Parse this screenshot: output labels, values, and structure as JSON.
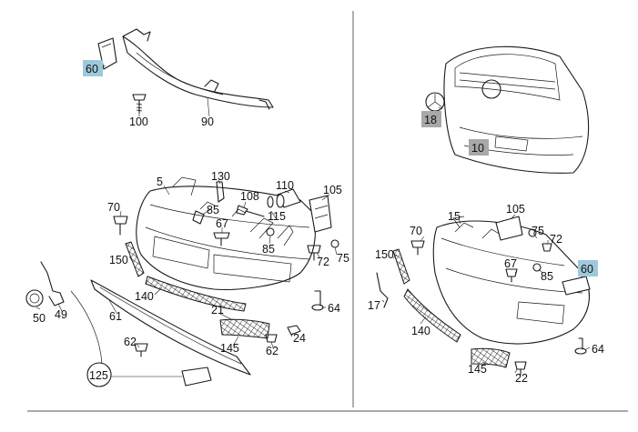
{
  "diagram": {
    "left_panel": {
      "labels": [
        {
          "id": "p60",
          "text": "60",
          "highlight": "blue"
        },
        {
          "id": "p100",
          "text": "100"
        },
        {
          "id": "p90",
          "text": "90"
        },
        {
          "id": "p5",
          "text": "5"
        },
        {
          "id": "p130",
          "text": "130"
        },
        {
          "id": "p70",
          "text": "70"
        },
        {
          "id": "p85a",
          "text": "85"
        },
        {
          "id": "p67",
          "text": "67"
        },
        {
          "id": "p108",
          "text": "108"
        },
        {
          "id": "p110",
          "text": "110"
        },
        {
          "id": "p105",
          "text": "105"
        },
        {
          "id": "p115",
          "text": "115"
        },
        {
          "id": "p85b",
          "text": "85"
        },
        {
          "id": "p72",
          "text": "72"
        },
        {
          "id": "p75",
          "text": "75"
        },
        {
          "id": "p150",
          "text": "150"
        },
        {
          "id": "p140",
          "text": "140"
        },
        {
          "id": "p21",
          "text": "21"
        },
        {
          "id": "p64",
          "text": "64"
        },
        {
          "id": "p50",
          "text": "50"
        },
        {
          "id": "p49",
          "text": "49"
        },
        {
          "id": "p61",
          "text": "61"
        },
        {
          "id": "p62",
          "text": "62"
        },
        {
          "id": "p145",
          "text": "145"
        },
        {
          "id": "p62b",
          "text": "62"
        },
        {
          "id": "p24",
          "text": "24"
        },
        {
          "id": "p125",
          "text": "125"
        }
      ]
    },
    "right_panel": {
      "labels": [
        {
          "id": "r18",
          "text": "18",
          "highlight": "grey"
        },
        {
          "id": "r10",
          "text": "10",
          "highlight": "grey"
        },
        {
          "id": "r105",
          "text": "105"
        },
        {
          "id": "r15",
          "text": "15"
        },
        {
          "id": "r70",
          "text": "70"
        },
        {
          "id": "r75",
          "text": "75"
        },
        {
          "id": "r72",
          "text": "72"
        },
        {
          "id": "r150",
          "text": "150"
        },
        {
          "id": "r67",
          "text": "67"
        },
        {
          "id": "r85",
          "text": "85"
        },
        {
          "id": "r60",
          "text": "60",
          "highlight": "blue"
        },
        {
          "id": "r17",
          "text": "17"
        },
        {
          "id": "r140",
          "text": "140"
        },
        {
          "id": "r64",
          "text": "64"
        },
        {
          "id": "r145",
          "text": "145"
        },
        {
          "id": "r22",
          "text": "22"
        }
      ]
    },
    "colors": {
      "blue_highlight": "#9ec9dd",
      "grey_highlight": "#a8a8a8",
      "line": "#1a1a1a"
    }
  }
}
